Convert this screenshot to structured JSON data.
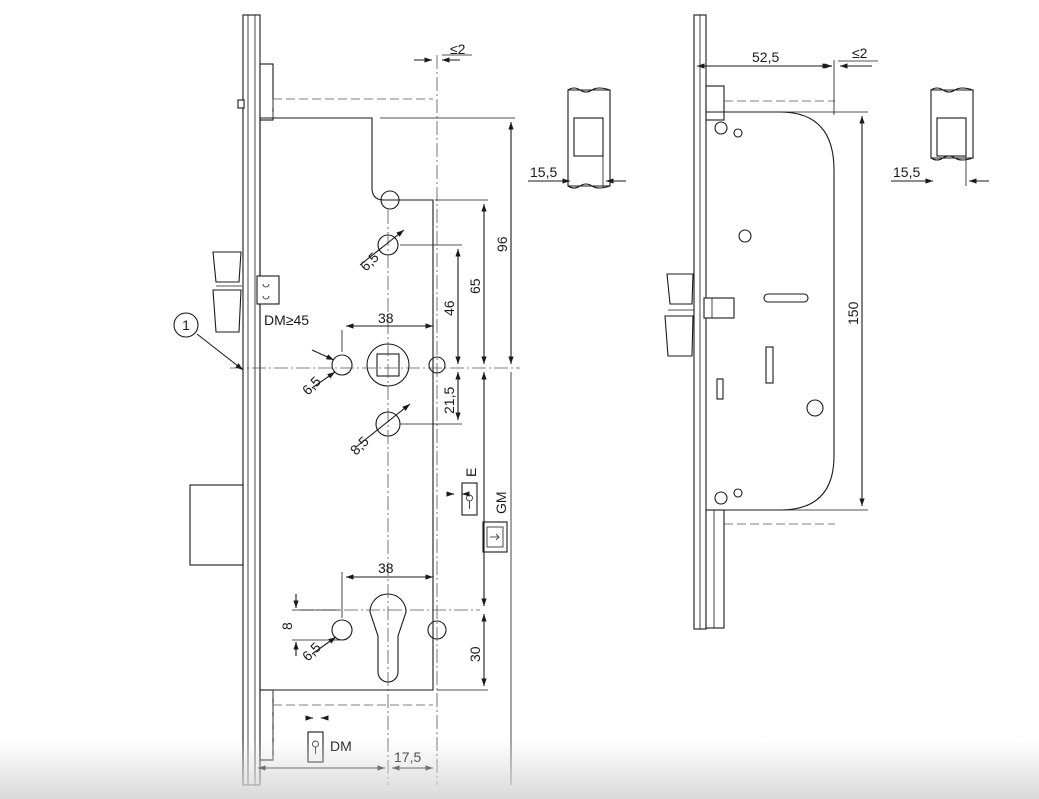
{
  "labels": {
    "callout_number": "1",
    "backset_minimum": "DM≥45",
    "width_38_top": "38",
    "width_38_bottom": "38",
    "hole_6_5_upper": "6,5",
    "hole_6_5_left": "6,5",
    "hole_8_5": "8,5",
    "hole_6_5_cyl": "6,5",
    "dim_96": "96",
    "dim_65": "65",
    "dim_46": "46",
    "dim_21_5": "21,5",
    "dim_30": "30",
    "dim_8": "8",
    "dim_le2_left": "≤2",
    "dim_le2_right": "≤2",
    "dim_15_5_left": "15,5",
    "dim_15_5_right": "15,5",
    "dim_52_5": "52,5",
    "dim_150": "150",
    "dim_17_5": "17,5",
    "symbol_E": "E",
    "symbol_GM": "GM",
    "symbol_DM": "DM"
  }
}
